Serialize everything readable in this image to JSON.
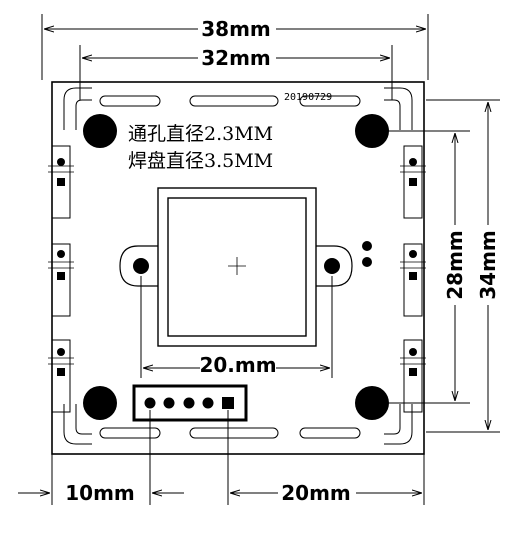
{
  "dimensions": {
    "overall_width": "38mm",
    "hole_spacing_width": "32mm",
    "hole_spacing_height": "28mm",
    "overall_height": "34mm",
    "mount_tab_spacing": "20.mm",
    "connector_offset": "10mm",
    "connector_to_edge": "20mm"
  },
  "board": {
    "date_code": "20190729",
    "note_line1": "通孔直径2.3MM",
    "note_line2": "焊盘直径3.5MM"
  },
  "colors": {
    "line": "#000000",
    "background": "#ffffff"
  }
}
